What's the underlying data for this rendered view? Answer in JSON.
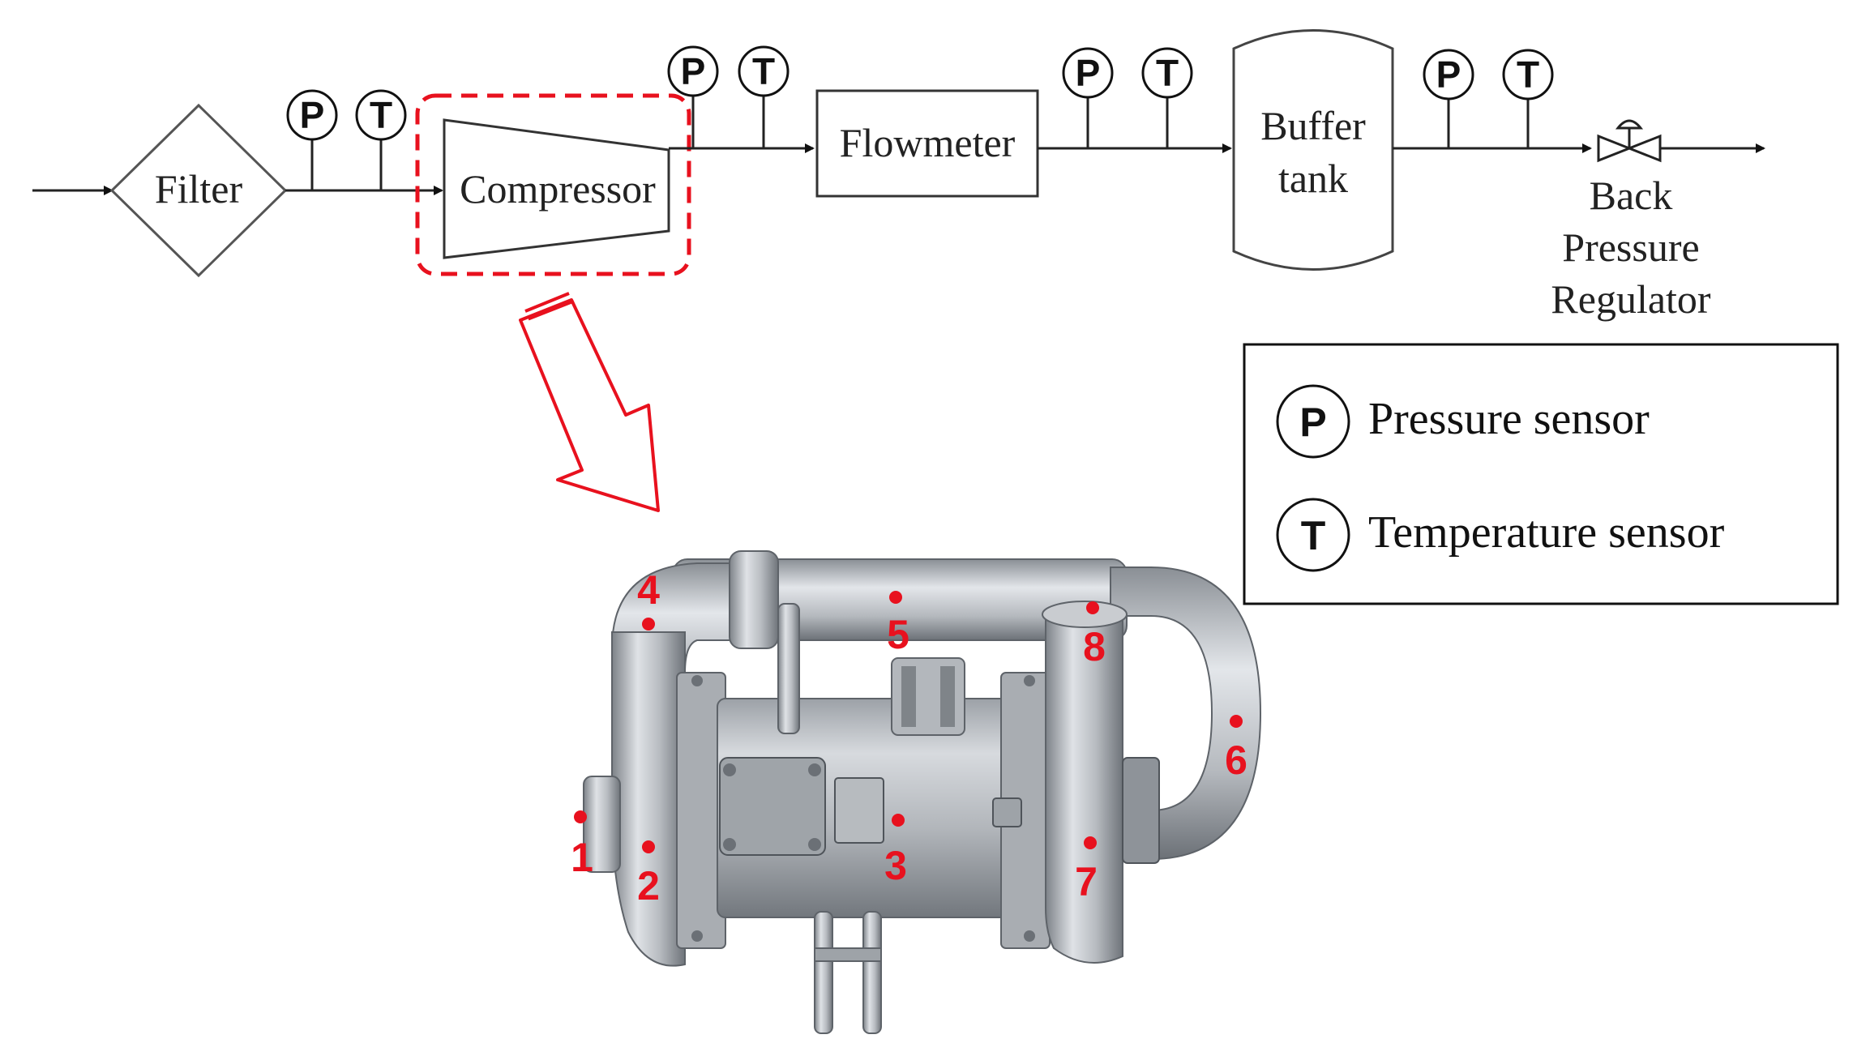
{
  "flow": {
    "filter": "Filter",
    "compressor": "Compressor",
    "flowmeter": "Flowmeter",
    "buffer_tank_line1": "Buffer",
    "buffer_tank_line2": "tank",
    "regulator_line1": "Back",
    "regulator_line2": "Pressure",
    "regulator_line3": "Regulator"
  },
  "sensors": {
    "pressure_letter": "P",
    "temperature_letter": "T"
  },
  "legend": {
    "pressure_letter": "P",
    "pressure_label": "Pressure sensor",
    "temperature_letter": "T",
    "temperature_label": "Temperature sensor"
  },
  "measurement_points": [
    "1",
    "2",
    "3",
    "4",
    "5",
    "6",
    "7",
    "8"
  ],
  "colors": {
    "highlight": "#e8111e",
    "line": "#222222",
    "metal": "#a9adb2"
  }
}
